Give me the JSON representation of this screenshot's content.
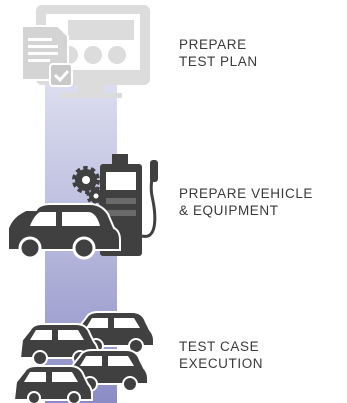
{
  "steps": [
    {
      "line1": "PREPARE",
      "line2": "TEST PLAN",
      "icon": "test-plan-icon"
    },
    {
      "line1": "PREPARE VEHICLE",
      "line2": "& EQUIPMENT",
      "icon": "vehicle-equipment-icon"
    },
    {
      "line1": "TEST CASE",
      "line2": "EXECUTION",
      "icon": "car-fleet-icon"
    }
  ],
  "colors": {
    "dark_icon": "#404040",
    "light_icon": "#dcdcdc",
    "icon_white": "#ffffff",
    "bar_top": "#dfe0f2",
    "bar_bottom": "#8586c2",
    "label": "#3a3a3a"
  }
}
